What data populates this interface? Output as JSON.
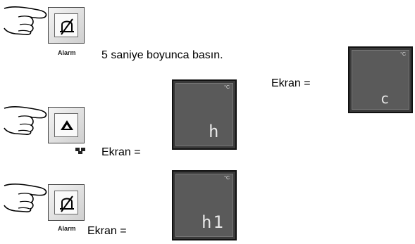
{
  "step1": {
    "key_caption": "Alarm",
    "instruction": "5 saniye boyunca basın.",
    "result_label": "Ekran =",
    "display_unit": "°C",
    "display_value": "c"
  },
  "step2": {
    "key_caption_icon": "cooling-units-icon",
    "result_label": "Ekran =",
    "display_unit": "°C",
    "display_value": "h"
  },
  "step3": {
    "key_caption": "Alarm",
    "result_label": "Ekran =",
    "display_unit": "°C",
    "display_value": "h1"
  }
}
